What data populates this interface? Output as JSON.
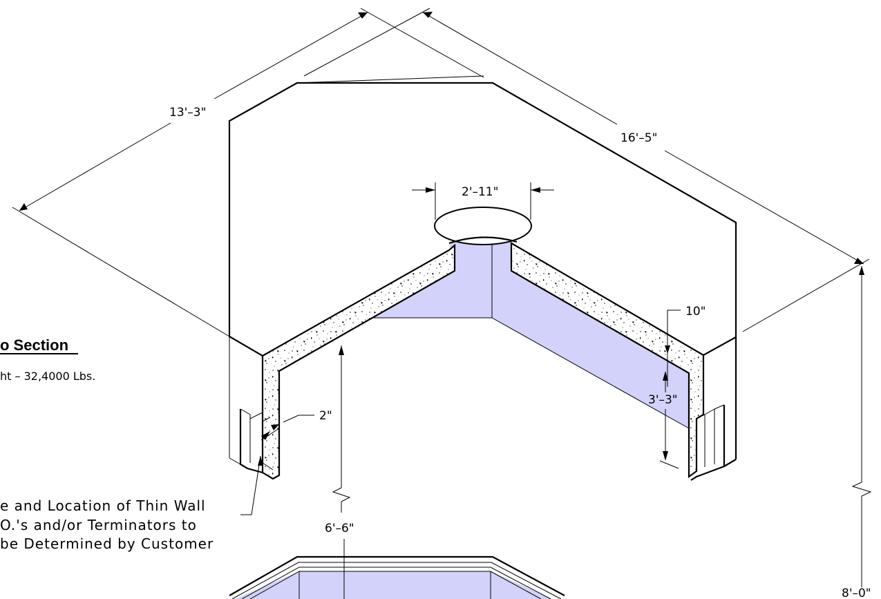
{
  "section_title": "o Section",
  "weight_text": "ht  –  32,4000  Lbs.",
  "note_lines": [
    "e  and  Location  of  Thin  Wall",
    "O.'s  and/or  Terminators  to",
    "be  Determined  by  Customer"
  ],
  "dimensions": {
    "width_13": "13'–3\"",
    "length_16": "16'–5\"",
    "opening": "2'–11\"",
    "wall_thickness": "10\"",
    "inner_height": "3'–3\"",
    "lip": "2\"",
    "base_height": "6'–6\"",
    "overall_height": "8'–0\""
  },
  "colors": {
    "interior_fill": "#d2d2fb",
    "line": "#000000"
  }
}
